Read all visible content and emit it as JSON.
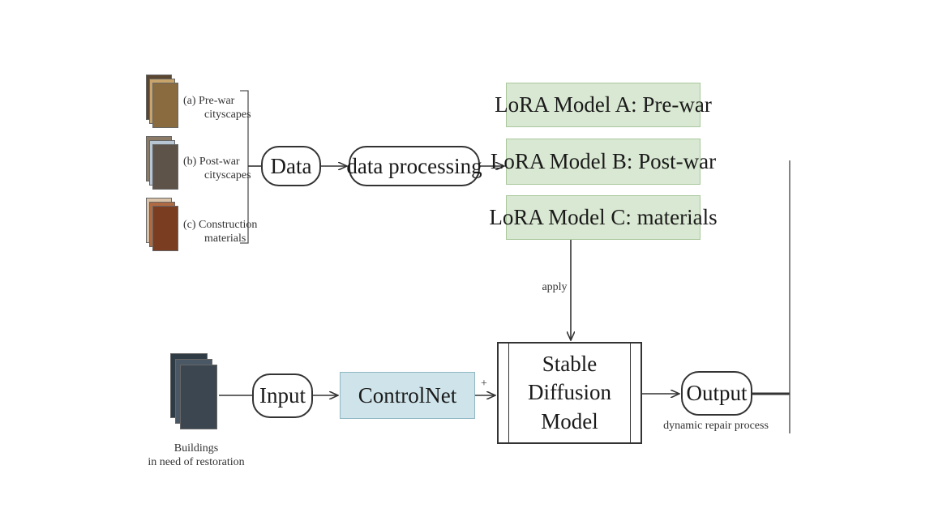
{
  "data_sources": [
    {
      "label_lines": [
        "(a) Pre-war",
        "cityscapes"
      ],
      "colors": [
        "#8a6a3f",
        "#c9a46a",
        "#5a4630"
      ]
    },
    {
      "label_lines": [
        "(b) Post-war",
        "cityscapes"
      ],
      "colors": [
        "#5d5348",
        "#b8c6d3",
        "#8b7b66"
      ]
    },
    {
      "label_lines": [
        "(c) Construction",
        "materials"
      ],
      "colors": [
        "#7b3d22",
        "#b06a43",
        "#d9c2a8"
      ]
    }
  ],
  "nodes": {
    "data": "Data",
    "data_processing": "data processing",
    "lora_a": "LoRA Model A: Pre-war",
    "lora_b": "LoRA Model B: Post-war",
    "lora_c": "LoRA Model C: materials",
    "input": "Input",
    "controlnet": "ControlNet",
    "stable_diffusion_line1": "Stable Diffusion",
    "stable_diffusion_line2": "Model",
    "output": "Output"
  },
  "edge_labels": {
    "apply": "apply",
    "plus": "+",
    "dynamic_repair": "dynamic repair process"
  },
  "input_caption": [
    "Buildings",
    "in need of restoration"
  ],
  "colors": {
    "lora_fill": "#d9e8d2",
    "controlnet_fill": "#cfe4ea",
    "line": "#333333"
  }
}
